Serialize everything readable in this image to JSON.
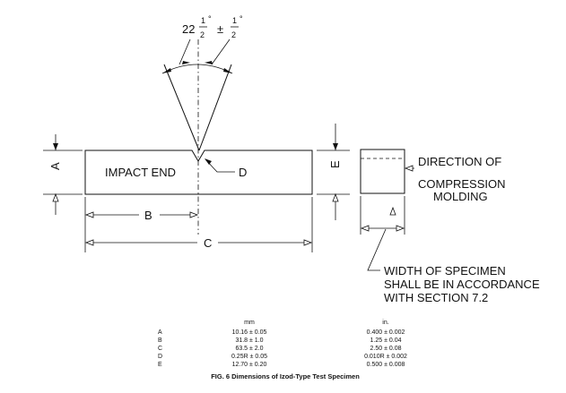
{
  "angle": {
    "whole": "22",
    "num": "1",
    "den": "2",
    "pm": "±",
    "tol_num": "1",
    "tol_den": "2",
    "deg": "°"
  },
  "labels": {
    "a": "A",
    "b": "B",
    "c": "C",
    "d": "D",
    "e": "E",
    "impact_end": "IMPACT END",
    "direction_1": "DIRECTION OF",
    "direction_2": "COMPRESSION",
    "direction_3": "MOLDING",
    "width_1": "WIDTH OF SPECIMEN",
    "width_2": "SHALL BE IN ACCORDANCE",
    "width_3": "WITH SECTION 7.2"
  },
  "table": {
    "headers": {
      "mm": "mm",
      "in": "in."
    },
    "rows": [
      {
        "key": "A",
        "mm": "10.16 ± 0.05",
        "in": "0.400 ± 0.002"
      },
      {
        "key": "B",
        "mm": "31.8 ± 1.0",
        "in": "1.25 ± 0.04"
      },
      {
        "key": "C",
        "mm": "63.5 ± 2.0",
        "in": "2.50 ± 0.08"
      },
      {
        "key": "D",
        "mm": "0.25R ± 0.05",
        "in": "0.010R ± 0.002"
      },
      {
        "key": "E",
        "mm": "12.70 ± 0.20",
        "in": "0.500 ± 0.008"
      }
    ]
  },
  "caption": "FIG. 6 Dimensions of Izod-Type Test Specimen"
}
